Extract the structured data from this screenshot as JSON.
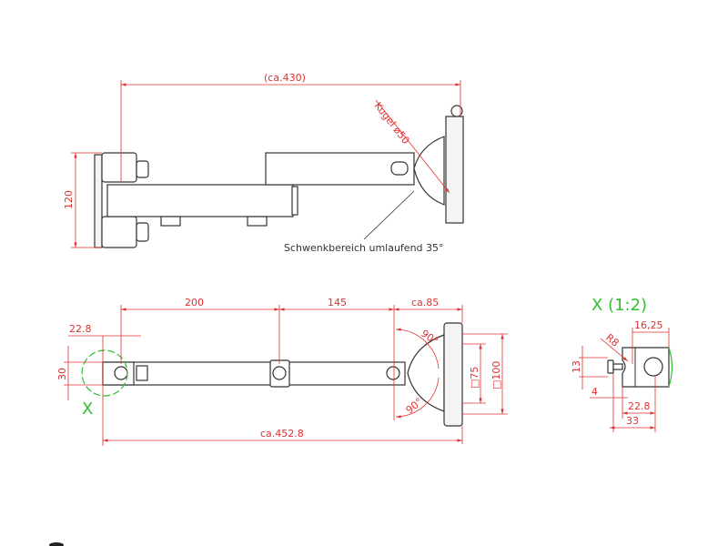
{
  "top_view": {
    "overall_length": "(ca.430)",
    "height": "120",
    "ball": "Kugel ø50",
    "swivel_note": "Schwenkbereich umlaufend 35°"
  },
  "side_view": {
    "dim_200": "200",
    "dim_145": "145",
    "dim_85": "ca.85",
    "dim_22_8": "22.8",
    "dim_30": "30",
    "dim_total": "ca.452.8",
    "angle_top": "90°",
    "angle_bottom": "90°",
    "plate_75": "□75",
    "plate_100": "□100",
    "detail_marker": "X"
  },
  "detail": {
    "title": "X (1:2)",
    "dim_16_25": "16,25",
    "radius": "R8",
    "dim_13": "13",
    "dim_4": "4",
    "dim_22_8": "22.8",
    "dim_33": "33"
  },
  "colors": {
    "dimension": "#e03030",
    "detail": "#30c030",
    "outline": "#333333"
  }
}
